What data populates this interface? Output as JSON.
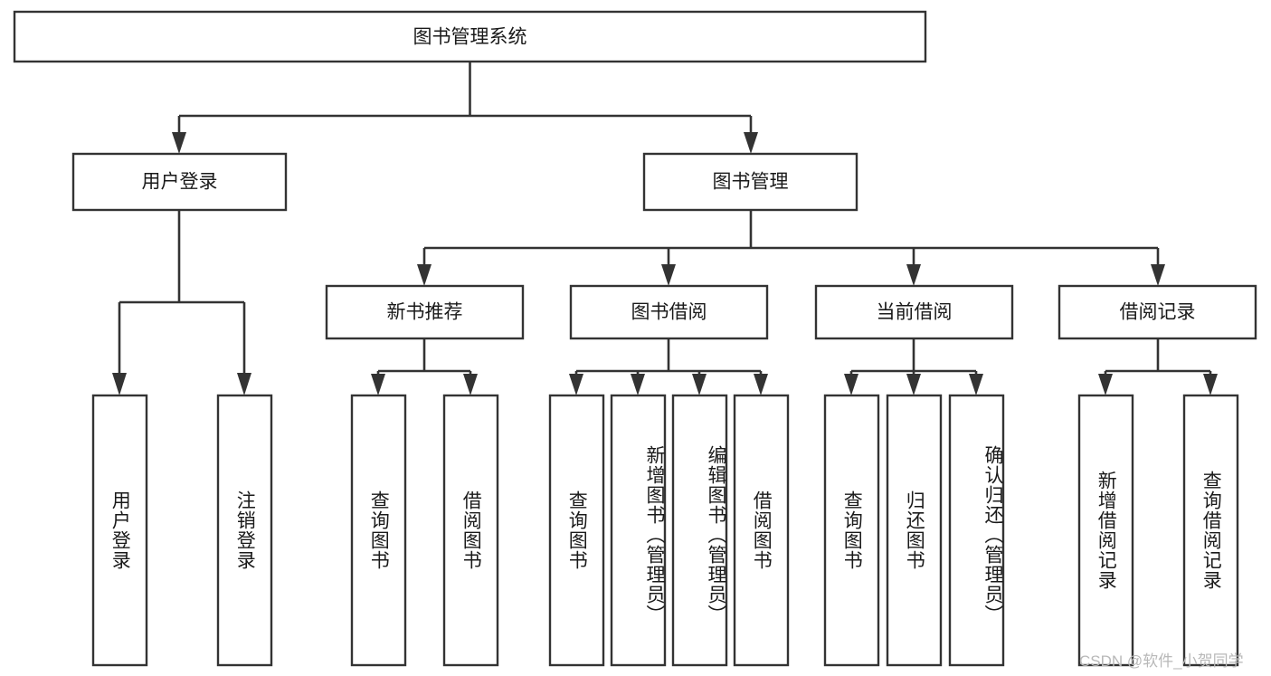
{
  "diagram": {
    "title": "图书管理系统",
    "watermark": "CSDN @软件_小贺同学",
    "colors": {
      "stroke": "#333333",
      "box_fill": "#ffffff",
      "text": "#1a1a1a",
      "watermark": "#b8b8b8",
      "background": "#ffffff"
    },
    "root": {
      "label": "图书管理系统"
    },
    "level2": [
      {
        "label": "用户登录"
      },
      {
        "label": "图书管理"
      }
    ],
    "level3": [
      {
        "label": "新书推荐"
      },
      {
        "label": "图书借阅"
      },
      {
        "label": "当前借阅"
      },
      {
        "label": "借阅记录"
      }
    ],
    "leaves": {
      "user_login": [
        {
          "label": "用户登录"
        },
        {
          "label": "注销登录"
        }
      ],
      "new_book": [
        {
          "label": "查询图书"
        },
        {
          "label": "借阅图书"
        }
      ],
      "book_borrow": [
        {
          "label": "查询图书"
        },
        {
          "label": "新增图书（管理员）"
        },
        {
          "label": "编辑图书（管理员）"
        },
        {
          "label": "借阅图书"
        }
      ],
      "current_borrow": [
        {
          "label": "查询图书"
        },
        {
          "label": "归还图书"
        },
        {
          "label": "确认归还（管理员）"
        }
      ],
      "borrow_record": [
        {
          "label": "新增借阅记录"
        },
        {
          "label": "查询借阅记录"
        }
      ]
    }
  }
}
